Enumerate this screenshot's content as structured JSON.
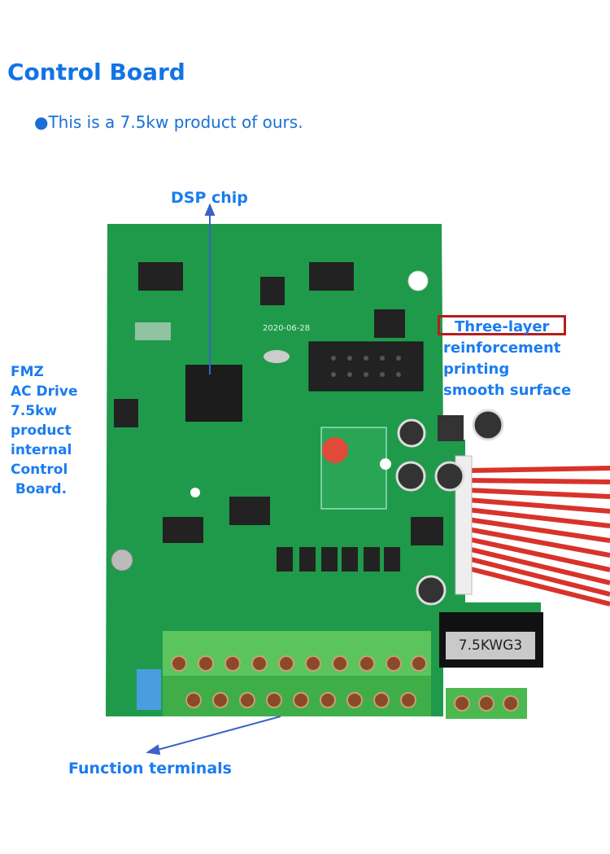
{
  "title": "Control Board",
  "intro": "●This is a 7.5kw product of ours.",
  "annotations": {
    "dsp_chip": "DSP chip",
    "left_note": [
      "FMZ",
      "AC Drive",
      "7.5kw",
      "product",
      "internal",
      "Control",
      " Board."
    ],
    "right_note": [
      "Three-layer",
      "reinforcement",
      "printing",
      "smooth surface"
    ],
    "function_terminals": "Function terminals"
  },
  "board": {
    "model_label": "7.5KWG3",
    "date_print": "2020-06-28"
  },
  "colors": {
    "text_blue": "#1a7cf0",
    "highlight_box": "#b3201c",
    "pcb_green": "#1f9a4a",
    "terminal_green": "#5cc45c"
  }
}
